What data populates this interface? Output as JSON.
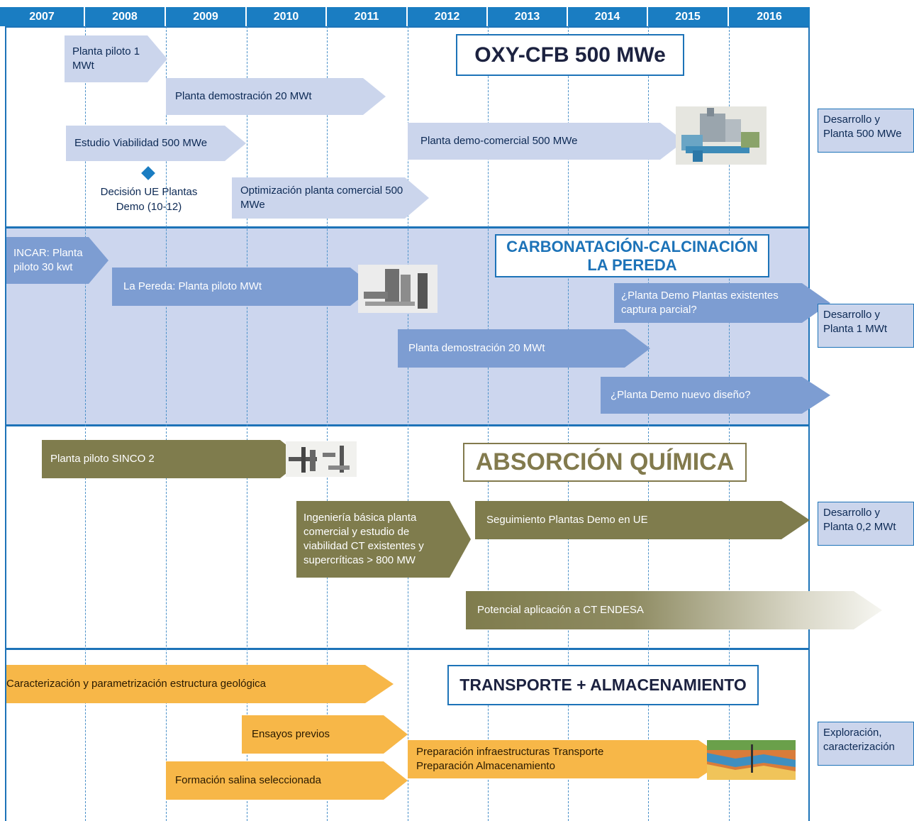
{
  "years": [
    "2007",
    "2008",
    "2009",
    "2010",
    "2011",
    "2012",
    "2013",
    "2014",
    "2015",
    "2016"
  ],
  "sections": {
    "oxy": {
      "title": "OXY-CFB 500 MWe",
      "side_label": "Desarrollo y Planta 500 MWe",
      "bars": {
        "planta_piloto": "Planta piloto 1 MWt",
        "demostracion": "Planta demostración 20 MWt",
        "viabilidad": "Estudio Viabilidad 500 MWe",
        "demo_comercial": "Planta demo-comercial 500 MWe",
        "optimizacion": "Optimización planta comercial 500 MWe"
      },
      "milestone": "Decisión UE Plantas Demo (10-12)"
    },
    "carb": {
      "title_line1": "CARBONATACIÓN-CALCINACIÓN",
      "title_line2": "LA PEREDA",
      "side_label": "Desarrollo y Planta 1 MWt",
      "bars": {
        "incar": "INCAR: Planta piloto 30 kwt",
        "pereda": "La Pereda: Planta piloto MWt",
        "demo_existentes": "¿Planta Demo Plantas existentes captura parcial?",
        "demostracion": "Planta demostración 20 MWt",
        "nuevo_diseno": "¿Planta Demo nuevo diseño?"
      }
    },
    "abs": {
      "title": "ABSORCIÓN QUÍMICA",
      "side_label": "Desarrollo y Planta 0,2 MWt",
      "bars": {
        "sinco": "Planta piloto SINCO 2",
        "ingenieria": "Ingeniería básica planta comercial y estudio de viabilidad CT existentes y supercríticas > 800 MW",
        "seguimiento": "Seguimiento Plantas Demo en UE",
        "potencial": "Potencial aplicación a CT ENDESA"
      }
    },
    "trans": {
      "title": "TRANSPORTE + ALMACENAMIENTO",
      "side_label": "Exploración, caracterización",
      "bars": {
        "caracterizacion": "Caracterización y parametrización estructura geológica",
        "ensayos": "Ensayos previos",
        "preparacion_1": "Preparación infraestructuras Transporte",
        "preparacion_2": "Preparación Almacenamiento",
        "formacion": "Formación salina seleccionada"
      }
    }
  },
  "colors": {
    "header_blue": "#1a7dc2",
    "oxy_bar": "#cbd5ec",
    "carb_panel": "#ccd6ee",
    "carb_bar": "#7d9dd2",
    "abs_bar": "#7f7c4d",
    "trans_bar": "#f7b748"
  },
  "icons": [
    "plant-500mwe-icon",
    "pereda-plant-icon",
    "sinco-plant-icon",
    "geology-section-icon",
    "milestone-diamond-icon"
  ]
}
